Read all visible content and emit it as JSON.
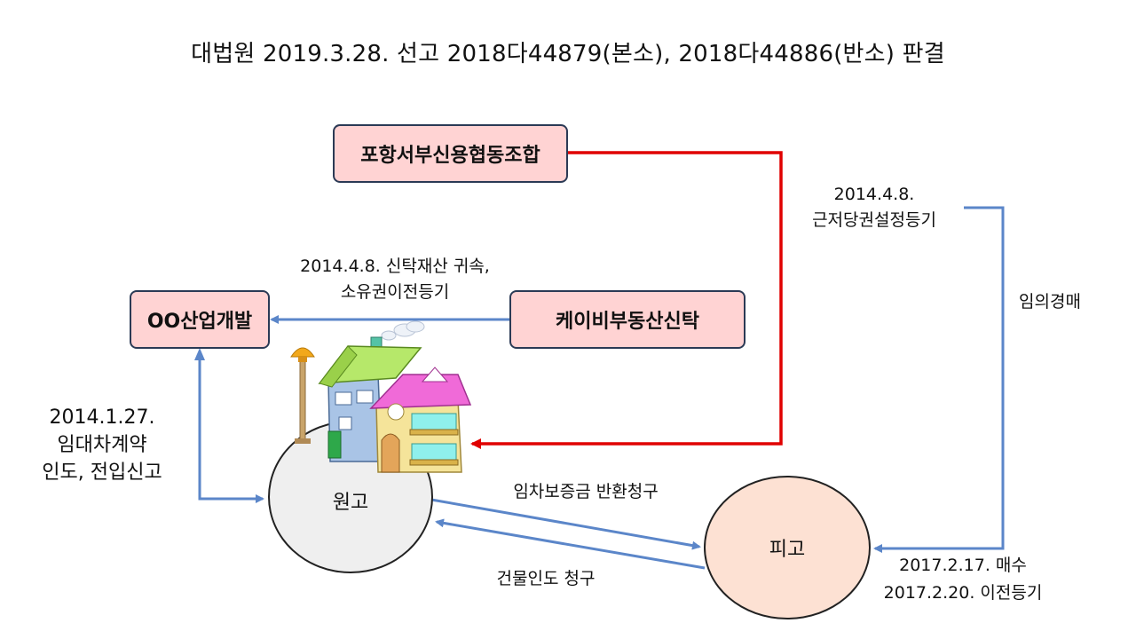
{
  "title": "대법원 2019.3.28. 선고 2018다44879(본소), 2018다44886(반소) 판결",
  "nodes": {
    "cooperative": "포항서부신용협동조합",
    "developer": "OO산업개발",
    "trust": "케이비부동산신탁",
    "plaintiff": "원고",
    "defendant": "피고"
  },
  "labels": {
    "trust_transfer": [
      "2014.4.8. 신탁재산 귀속,",
      "소유권이전등기"
    ],
    "mortgage": [
      "2014.4.8.",
      "근저당권설정등기"
    ],
    "auction": "임의경매",
    "lease": [
      "2014.1.27.",
      "임대차계약",
      "인도, 전입신고"
    ],
    "deposit_claim": "임차보증금 반환청구",
    "building_claim": "건물인도 청구",
    "purchase": [
      "2017.2.17. 매수",
      "2017.2.20. 이전등기"
    ]
  },
  "colors": {
    "blue_arrow": "#5b86c9",
    "red_arrow": "#e00000",
    "box_fill": "#ffd3d3",
    "plaintiff_fill": "#efefef",
    "defendant_fill": "#fde1d3"
  },
  "icons": {
    "building": "house-illustration"
  }
}
